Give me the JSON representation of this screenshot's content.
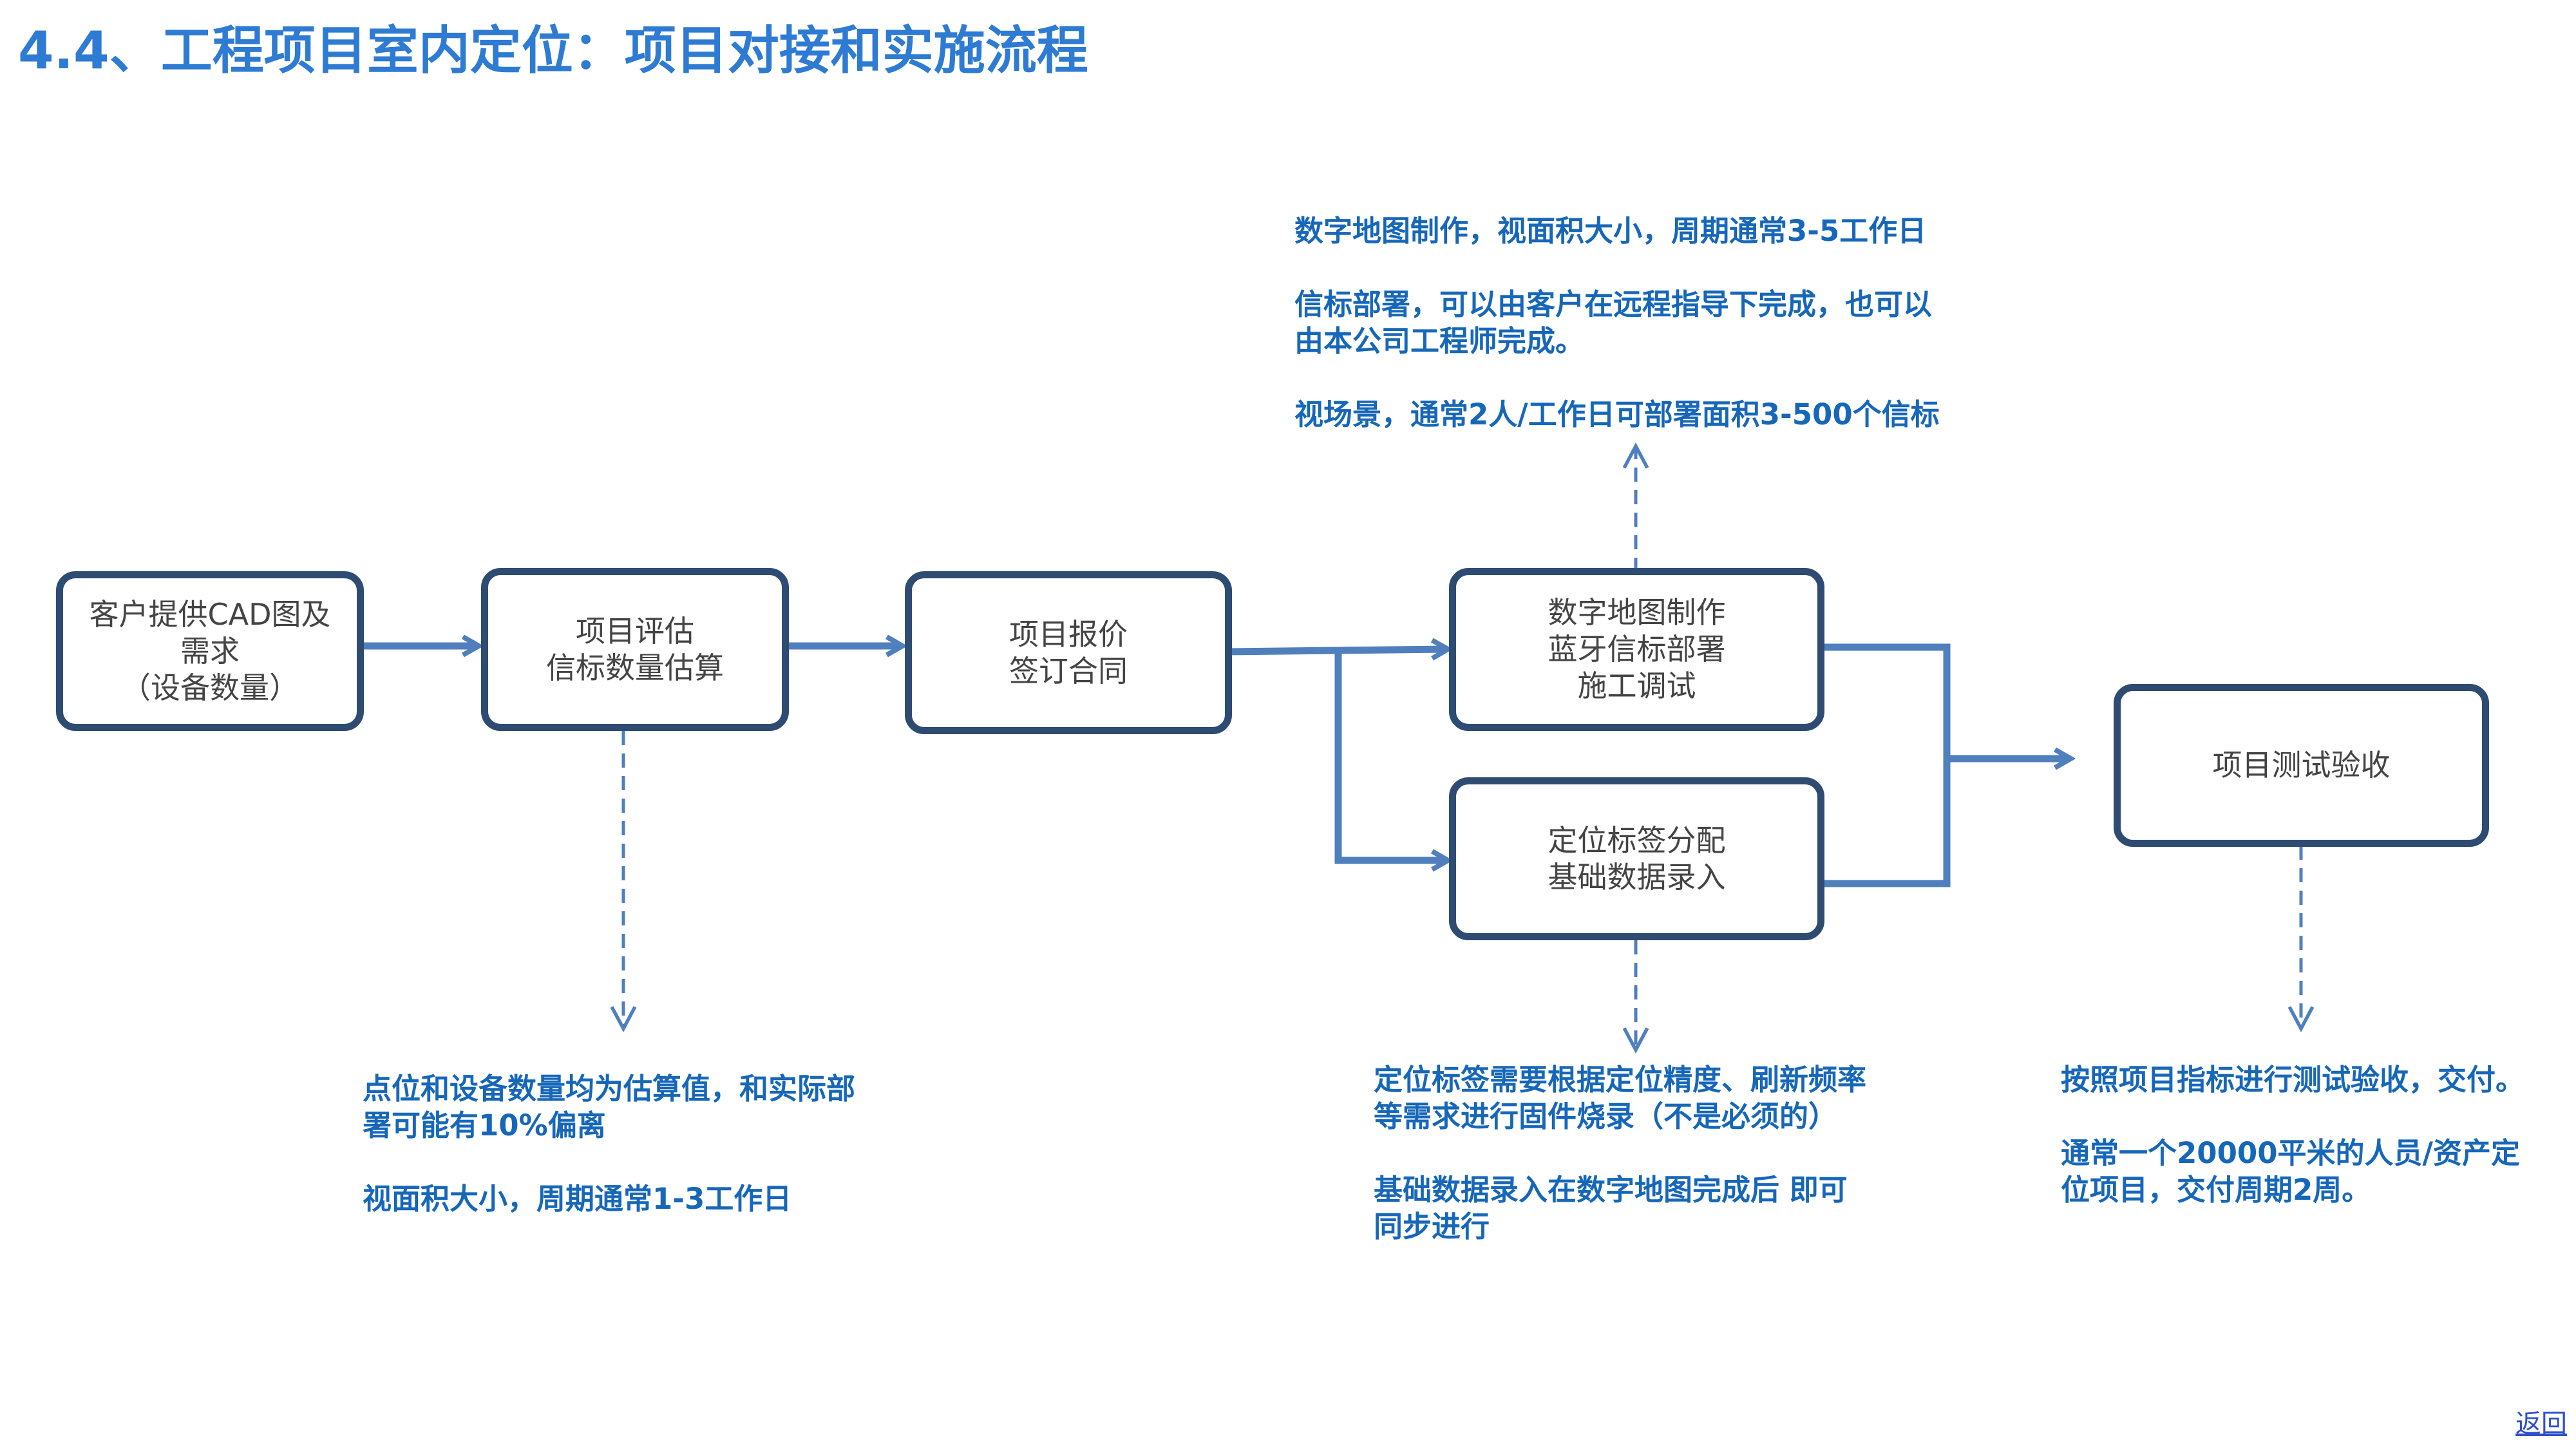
{
  "title": "4.4、工程项目室内定位：项目对接和实施流程",
  "colors": {
    "title": "#2e7bd3",
    "box_border": "#2e4b72",
    "arrow": "#4f7fbd",
    "note_text": "#1667b9",
    "box_text": "#444444",
    "link": "#2e50c8"
  },
  "nodes": {
    "customer": {
      "lines": [
        "客户提供CAD图及",
        "需求",
        "（设备数量）"
      ]
    },
    "evaluate": {
      "lines": [
        "项目评估",
        "信标数量估算"
      ]
    },
    "quote": {
      "lines": [
        "项目报价",
        "签订合同"
      ]
    },
    "map": {
      "lines": [
        "数字地图制作",
        "蓝牙信标部署",
        "施工调试"
      ]
    },
    "tag": {
      "lines": [
        "定位标签分配",
        "基础数据录入"
      ]
    },
    "test": {
      "lines": [
        "项目测试验收"
      ]
    }
  },
  "notes": {
    "top": {
      "lines": [
        "数字地图制作，视面积大小，周期通常3-5工作日",
        "",
        "信标部署，可以由客户在远程指导下完成，也可以",
        "由本公司工程师完成。",
        "",
        "视场景，通常2人/工作日可部署面积3-500个信标"
      ]
    },
    "evaluate": {
      "lines": [
        "点位和设备数量均为估算值，和实际部",
        "署可能有10%偏离",
        "",
        "视面积大小，周期通常1-3工作日"
      ]
    },
    "tag": {
      "lines": [
        "定位标签需要根据定位精度、刷新频率",
        "等需求进行固件烧录（不是必须的）",
        "",
        "基础数据录入在数字地图完成后 即可",
        "同步进行"
      ]
    },
    "test": {
      "lines": [
        "按照项目指标进行测试验收，交付。",
        "",
        "通常一个20000平米的人员/资产定",
        "位项目，交付周期2周。"
      ]
    }
  },
  "back_link": "返回"
}
